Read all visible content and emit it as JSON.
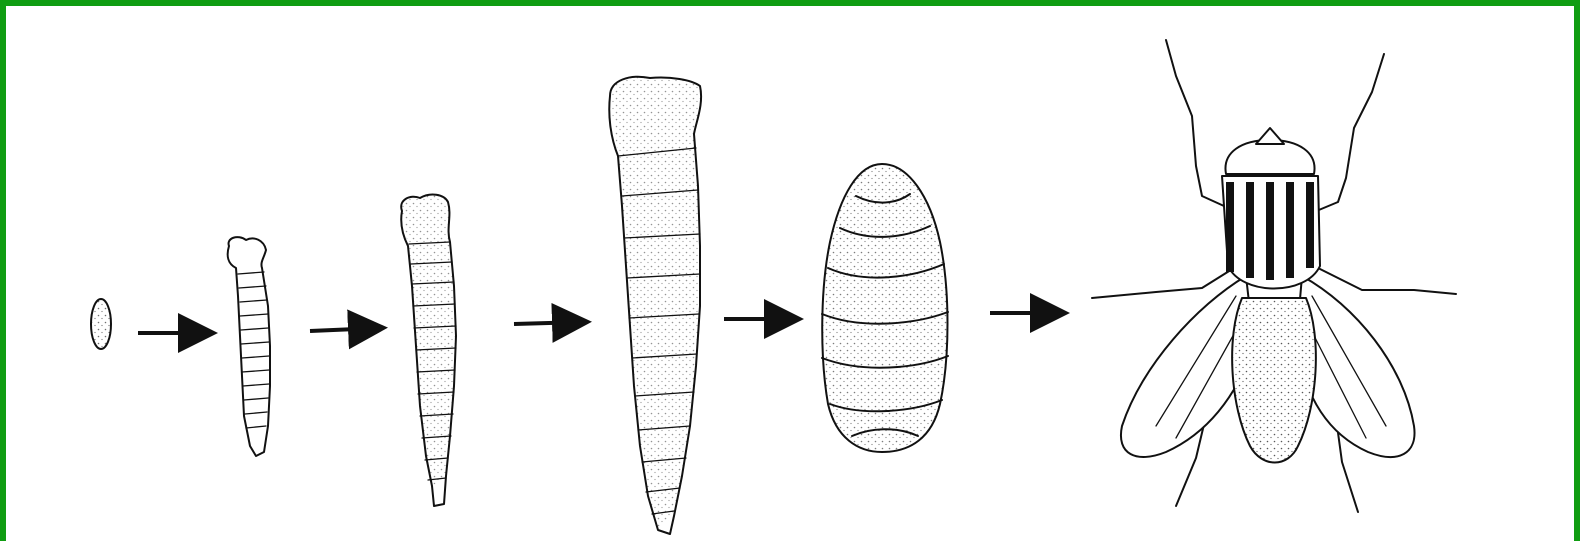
{
  "diagram": {
    "stages": [
      {
        "id": "egg",
        "icon": "egg-icon"
      },
      {
        "id": "larva-1",
        "icon": "larva-small-icon"
      },
      {
        "id": "larva-2",
        "icon": "larva-medium-icon"
      },
      {
        "id": "larva-3",
        "icon": "larva-large-icon"
      },
      {
        "id": "pupa",
        "icon": "pupa-icon"
      },
      {
        "id": "adult",
        "icon": "housefly-icon"
      }
    ],
    "arrow_count": 5,
    "colors": {
      "frame_border": "#0f9d12",
      "ink": "#111111",
      "background": "#ffffff"
    }
  }
}
